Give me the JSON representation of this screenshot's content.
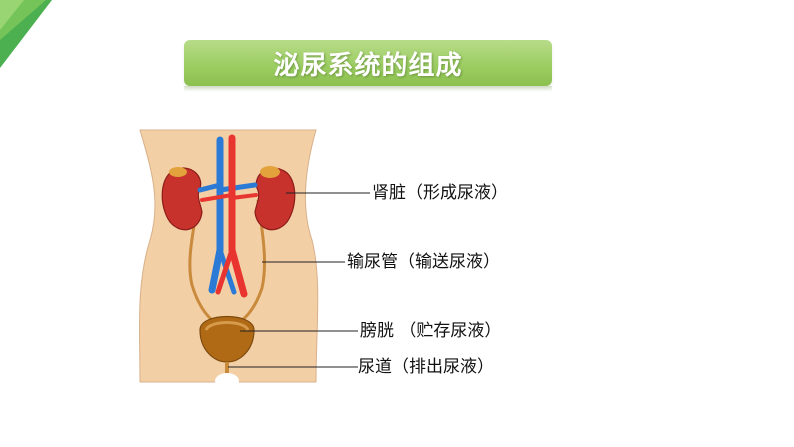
{
  "title": "泌尿系统的组成",
  "labels": {
    "kidney": "肾脏（形成尿液）",
    "ureter": "输尿管（输送尿液）",
    "bladder": "膀胱 （贮存尿液）",
    "urethra": "尿道（排出尿液）"
  },
  "colors": {
    "title_bg": "#9ccd62",
    "skin": "#f3cfa6",
    "kidney": "#c8322c",
    "vein": "#2a7ad6",
    "artery": "#e8352f",
    "bladder": "#b06a16"
  }
}
